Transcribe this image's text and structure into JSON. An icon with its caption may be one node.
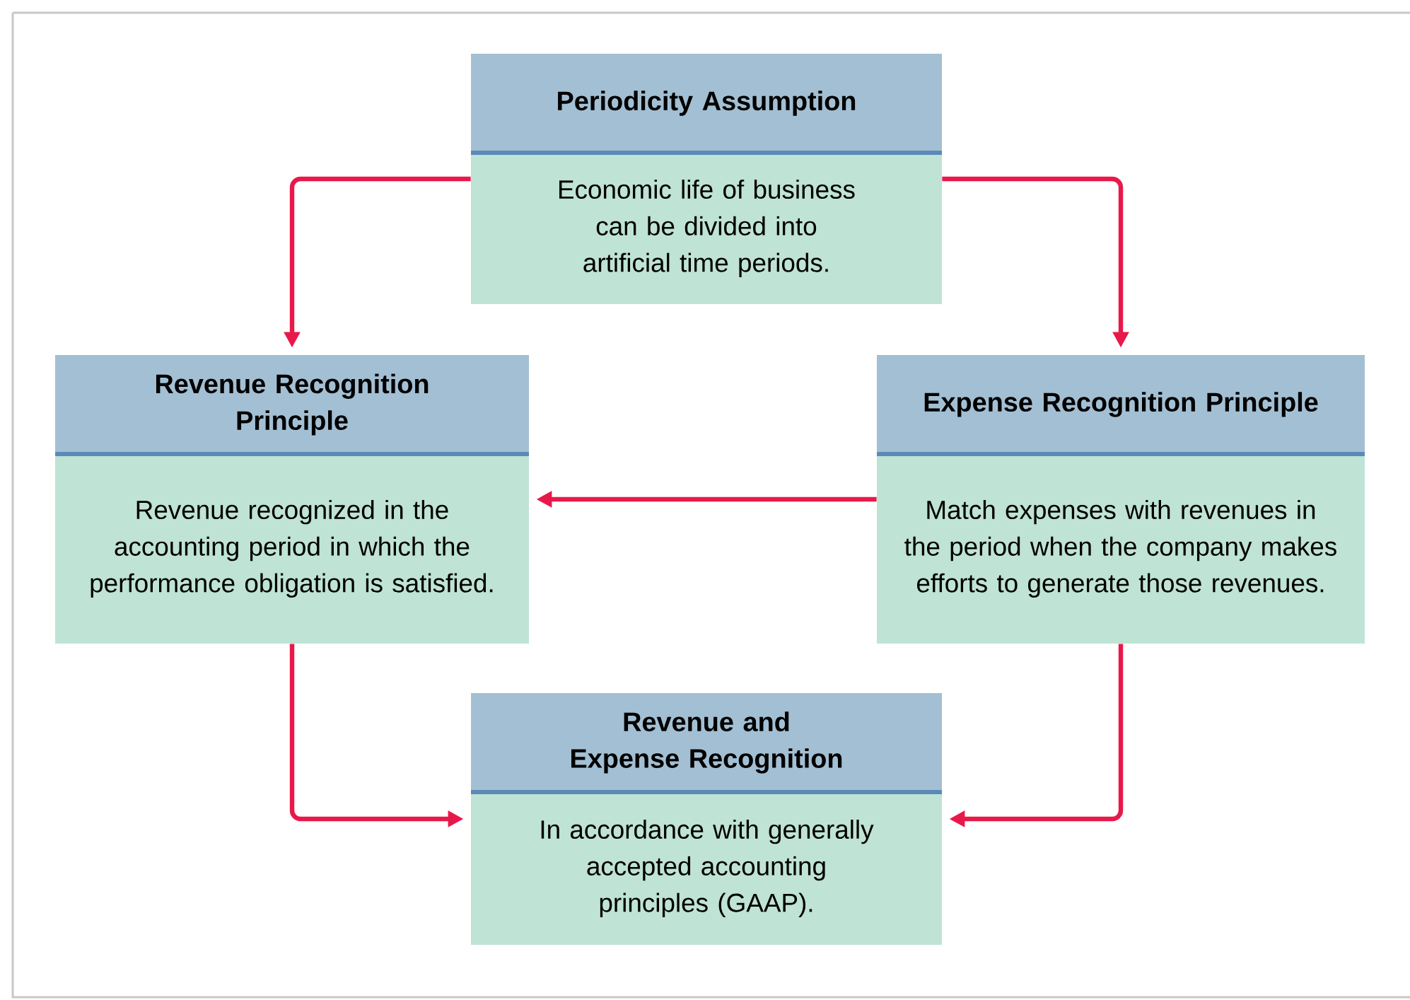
{
  "diagram": {
    "nodes": [
      {
        "text": [
          "Periodicity Assumption",
          "Economic life of business can be divided into artificial time periods."
        ]
      },
      {
        "text": [
          "Revenue Recognition Principle",
          "Revenue recognized in the accounting period in which the performance obligation is satisfied."
        ]
      },
      {
        "text": [
          "Expense Recognition Principle",
          "Match expenses with revenues in the period when the company makes efforts to generate those revenues."
        ]
      },
      {
        "text": [
          "Revenue and Expense Recognition",
          "In accordance with generally accepted accounting principles (GAAP)."
        ]
      }
    ],
    "edges": [
      {
        "from": 0,
        "to": 1,
        "arrow": "to"
      },
      {
        "from": 0,
        "to": 2,
        "arrow": "to"
      },
      {
        "from": 2,
        "to": 1,
        "arrow": "to"
      },
      {
        "from": 1,
        "to": 3,
        "arrow": "to"
      },
      {
        "from": 2,
        "to": 3,
        "arrow": "to"
      }
    ]
  }
}
